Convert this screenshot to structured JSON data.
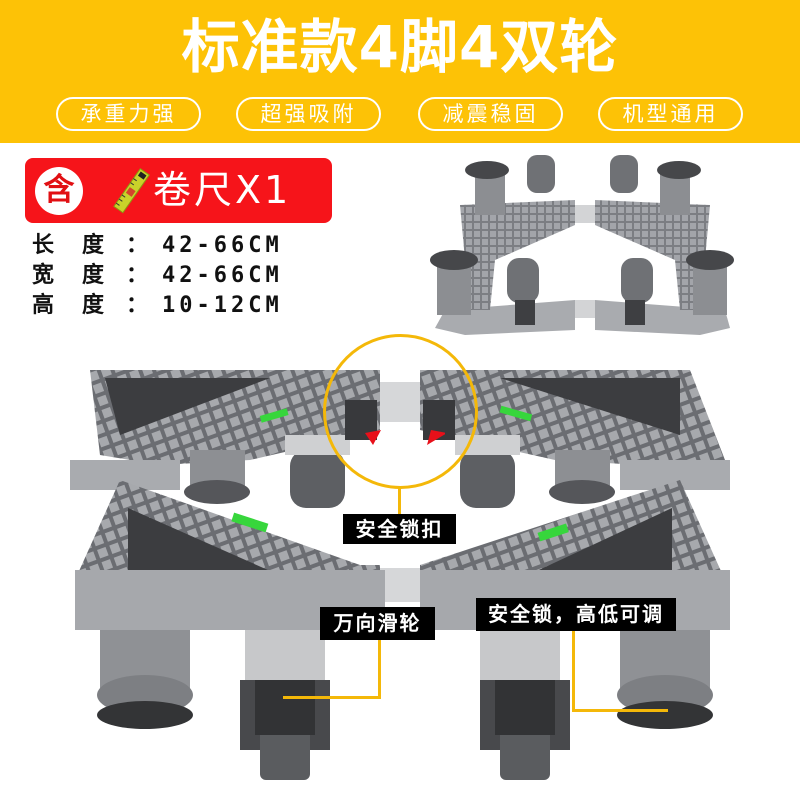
{
  "header": {
    "title": "标准款4脚4双轮",
    "background_color": "#fdc206",
    "features": [
      "承重力强",
      "超强吸附",
      "减震稳固",
      "机型通用"
    ]
  },
  "badge": {
    "circle_char": "含",
    "icon": "tape-measure-icon",
    "text": "卷尺X1",
    "background_color": "#f6141a"
  },
  "specs": [
    {
      "label": "长度",
      "colon": "：",
      "value": "42-66CM"
    },
    {
      "label": "宽度",
      "colon": "：",
      "value": "42-66CM"
    },
    {
      "label": "高度",
      "colon": "：",
      "value": "10-12CM"
    }
  ],
  "callouts": {
    "safety_buckle": "安全锁扣",
    "caster": "万向滑轮",
    "adjustable_lock": "安全锁，高低可调",
    "accent_color": "#f4b809"
  },
  "product": {
    "body_color": "#9a9ca1",
    "pad_color": "#3c3d40",
    "level_color": "#37d63c",
    "arrow_color": "#e8101a"
  }
}
